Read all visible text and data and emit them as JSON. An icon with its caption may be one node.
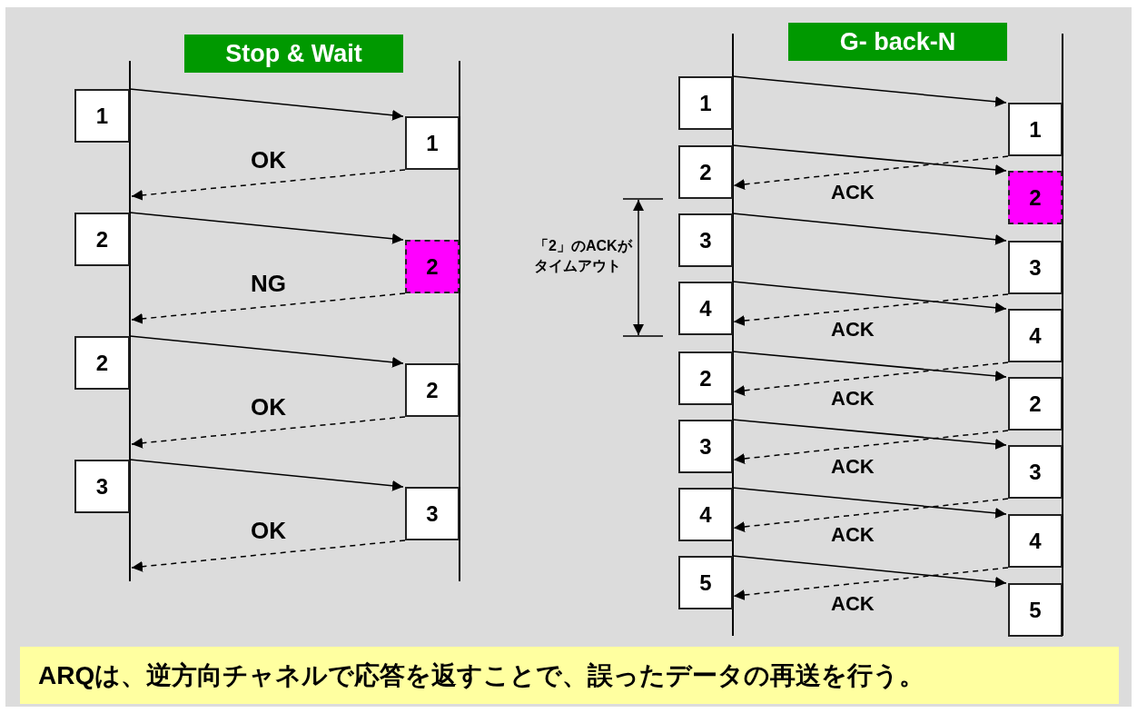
{
  "diagram": {
    "caption": "ARQは、逆方向チャネルで応答を返すことで、誤ったデータの再送を行う。",
    "nodes": [
      {
        "text": [
          "Stop & Wait"
        ]
      },
      {
        "text": [
          "1"
        ]
      },
      {
        "text": [
          "1"
        ]
      },
      {
        "text": [
          "2"
        ]
      },
      {
        "text": [
          "2"
        ]
      },
      {
        "text": [
          "2"
        ]
      },
      {
        "text": [
          "2"
        ]
      },
      {
        "text": [
          "3"
        ]
      },
      {
        "text": [
          "3"
        ]
      },
      {
        "text": [
          "G- back-N"
        ]
      },
      {
        "text": [
          "1"
        ]
      },
      {
        "text": [
          "1"
        ]
      },
      {
        "text": [
          "2"
        ]
      },
      {
        "text": [
          "2"
        ]
      },
      {
        "text": [
          "3"
        ]
      },
      {
        "text": [
          "3"
        ]
      },
      {
        "text": [
          "4"
        ]
      },
      {
        "text": [
          "4"
        ]
      },
      {
        "text": [
          "2"
        ]
      },
      {
        "text": [
          "2"
        ]
      },
      {
        "text": [
          "3"
        ]
      },
      {
        "text": [
          "3"
        ]
      },
      {
        "text": [
          "4"
        ]
      },
      {
        "text": [
          "4"
        ]
      },
      {
        "text": [
          "5"
        ]
      },
      {
        "text": [
          "5"
        ]
      }
    ],
    "edges": [
      {
        "from": 1,
        "to": 2,
        "arrow": "to"
      },
      {
        "from": 2,
        "to": 3,
        "arrow": "to",
        "label": "OK",
        "style": "dashed"
      },
      {
        "from": 3,
        "to": 4,
        "arrow": "to"
      },
      {
        "from": 4,
        "to": 5,
        "arrow": "to",
        "label": "NG",
        "style": "dashed"
      },
      {
        "from": 5,
        "to": 6,
        "arrow": "to"
      },
      {
        "from": 6,
        "to": 7,
        "arrow": "to",
        "label": "OK",
        "style": "dashed"
      },
      {
        "from": 7,
        "to": 8,
        "arrow": "to"
      },
      {
        "from": 8,
        "to": null,
        "arrow": "to",
        "label": "OK",
        "style": "dashed"
      },
      {
        "from": 10,
        "to": 11,
        "arrow": "to"
      },
      {
        "from": 11,
        "to": 12,
        "arrow": "to",
        "label": "ACK",
        "style": "dashed"
      },
      {
        "from": 12,
        "to": 13,
        "arrow": "to"
      },
      {
        "from": 14,
        "to": 15,
        "arrow": "to"
      },
      {
        "from": 15,
        "to": 16,
        "arrow": "to",
        "label": "ACK",
        "style": "dashed"
      },
      {
        "from": 16,
        "to": 17,
        "arrow": "to"
      },
      {
        "from": 17,
        "to": 18,
        "arrow": "to",
        "label": "ACK",
        "style": "dashed"
      },
      {
        "from": 18,
        "to": 19,
        "arrow": "to"
      },
      {
        "from": 19,
        "to": 20,
        "arrow": "to",
        "label": "ACK",
        "style": "dashed"
      },
      {
        "from": 20,
        "to": 21,
        "arrow": "to"
      },
      {
        "from": 21,
        "to": 22,
        "arrow": "to",
        "label": "ACK",
        "style": "dashed"
      },
      {
        "from": 22,
        "to": 23,
        "arrow": "to"
      },
      {
        "from": 23,
        "to": 24,
        "arrow": "to",
        "label": "ACK",
        "style": "dashed"
      },
      {
        "from": 24,
        "to": 25,
        "arrow": "to"
      }
    ],
    "labels": [
      "「2」のACKがタイムアウト"
    ]
  }
}
